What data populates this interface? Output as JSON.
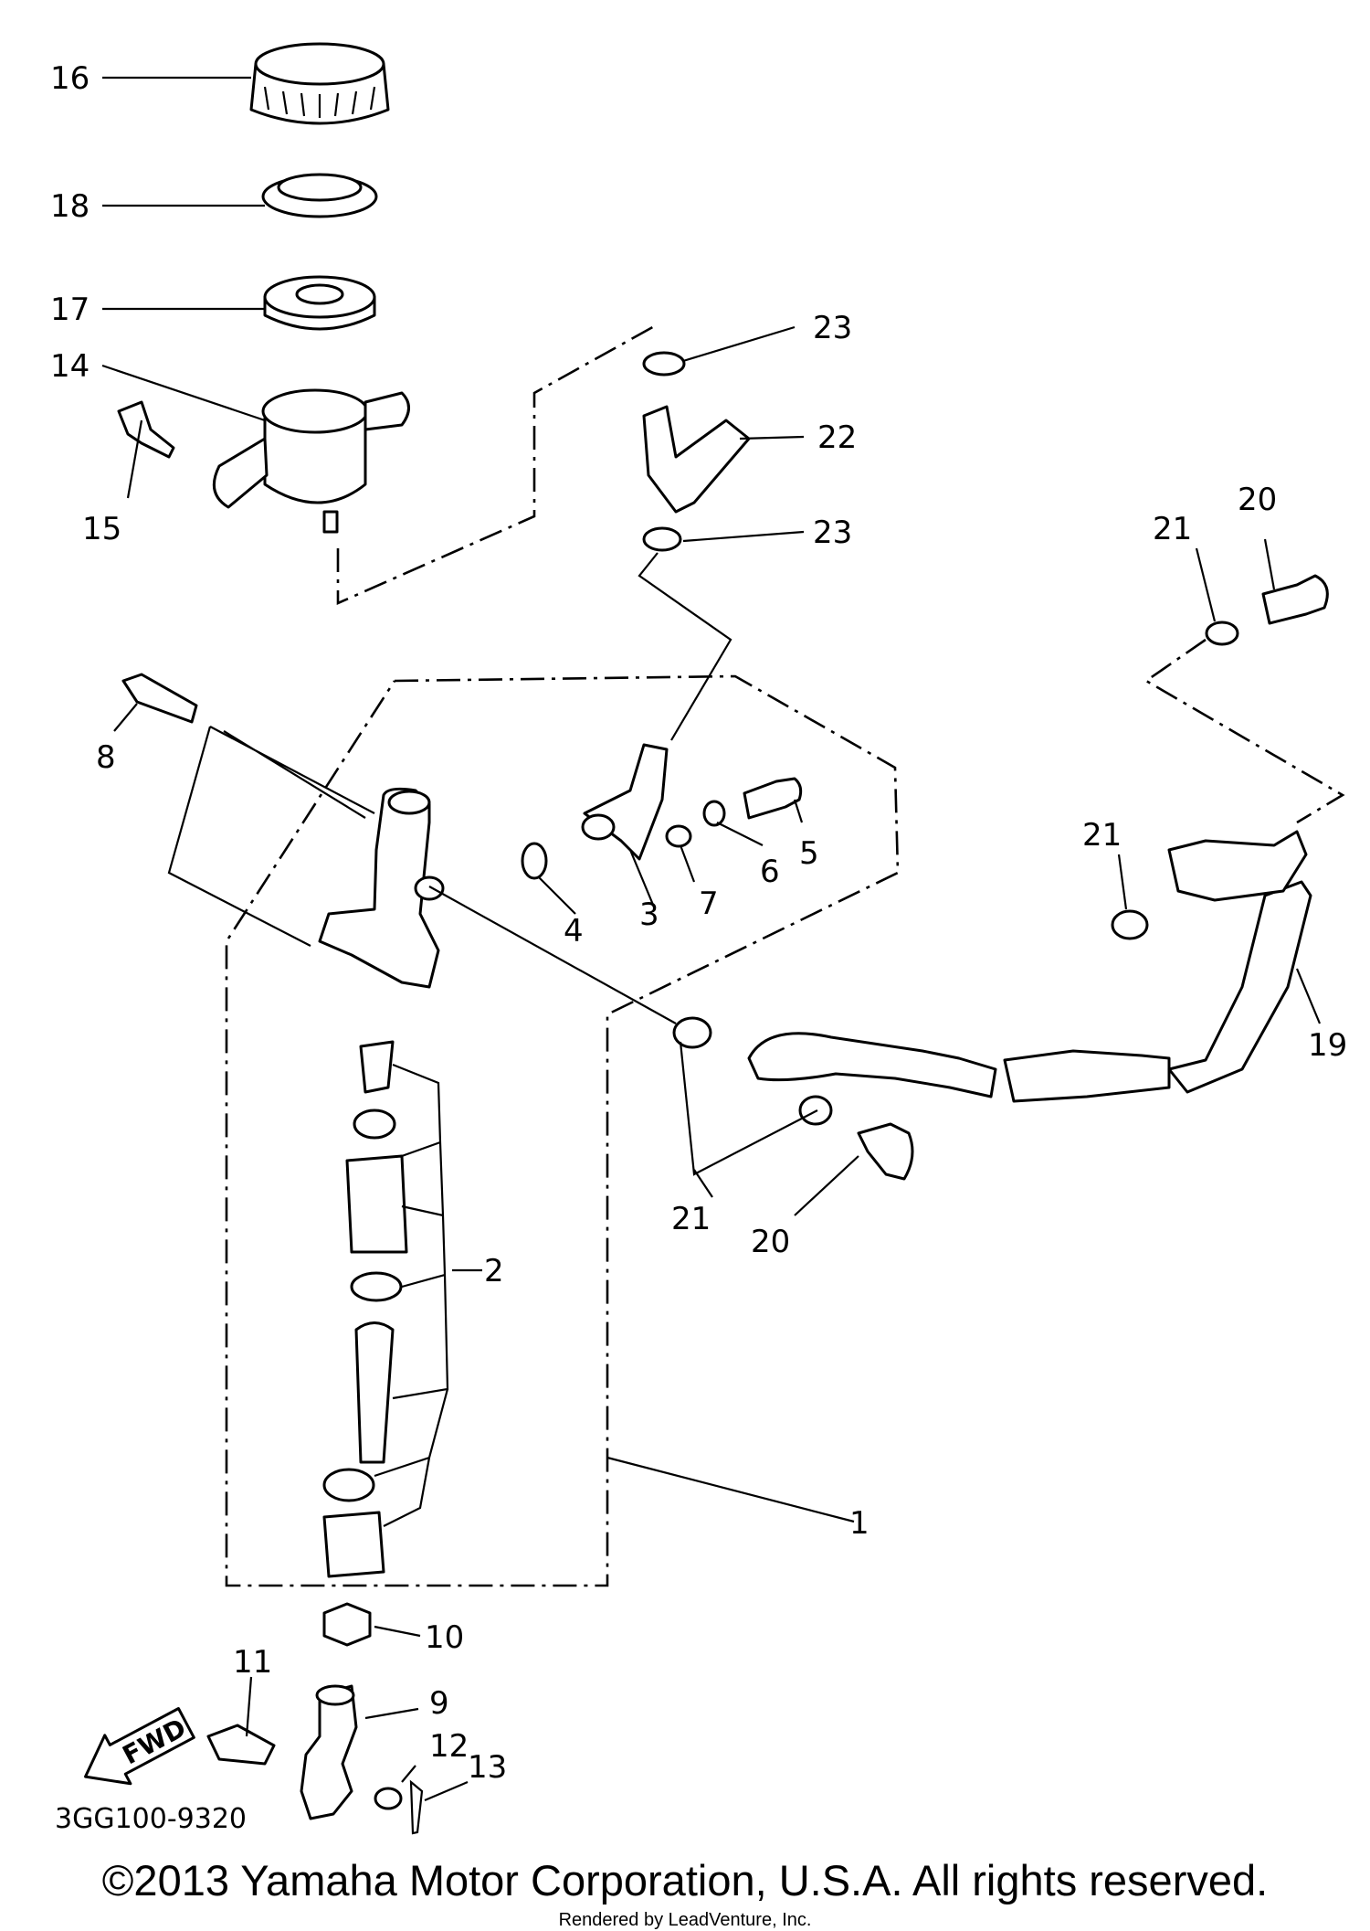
{
  "callouts": [
    "16",
    "18",
    "17",
    "14",
    "15",
    "23",
    "22",
    "23",
    "20",
    "21",
    "8",
    "21",
    "5",
    "6",
    "4",
    "7",
    "3",
    "19",
    "2",
    "21",
    "20",
    "1",
    "10",
    "11",
    "9",
    "12",
    "13"
  ],
  "fwd_label": "FWD",
  "diagram_ref": "3GG100-9320",
  "copyright": "©2013 Yamaha Motor Corporation, U.S.A. All rights reserved.",
  "rendered_by": "Rendered by LeadVenture, Inc."
}
